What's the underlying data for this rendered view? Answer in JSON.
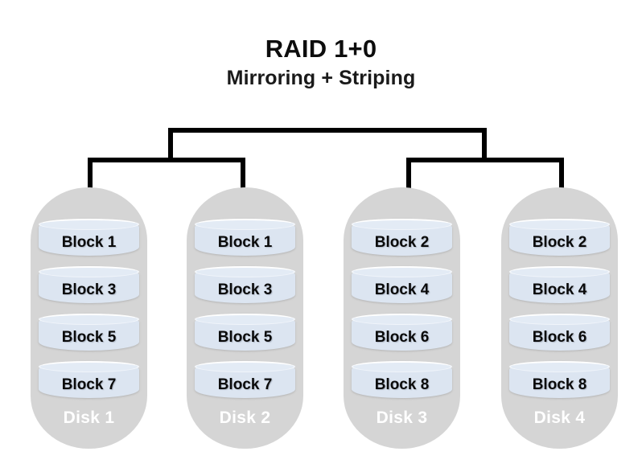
{
  "title": "RAID 1+0",
  "subtitle": "Mirroring + Striping",
  "colors": {
    "background": "#ffffff",
    "capsule": "#d5d5d5",
    "block_fill": "#dce5f1",
    "block_rim": "#ffffff",
    "connector": "#000000",
    "title_text": "#0d0d0d",
    "disk_label_text": "#ffffff",
    "block_label_text": "#0a0a0a"
  },
  "disks": [
    {
      "label": "Disk 1",
      "blocks": [
        "Block 1",
        "Block 3",
        "Block 5",
        "Block 7"
      ]
    },
    {
      "label": "Disk 2",
      "blocks": [
        "Block 1",
        "Block 3",
        "Block 5",
        "Block 7"
      ]
    },
    {
      "label": "Disk 3",
      "blocks": [
        "Block 2",
        "Block 4",
        "Block 6",
        "Block 8"
      ]
    },
    {
      "label": "Disk 4",
      "blocks": [
        "Block 2",
        "Block 4",
        "Block 6",
        "Block 8"
      ]
    }
  ]
}
